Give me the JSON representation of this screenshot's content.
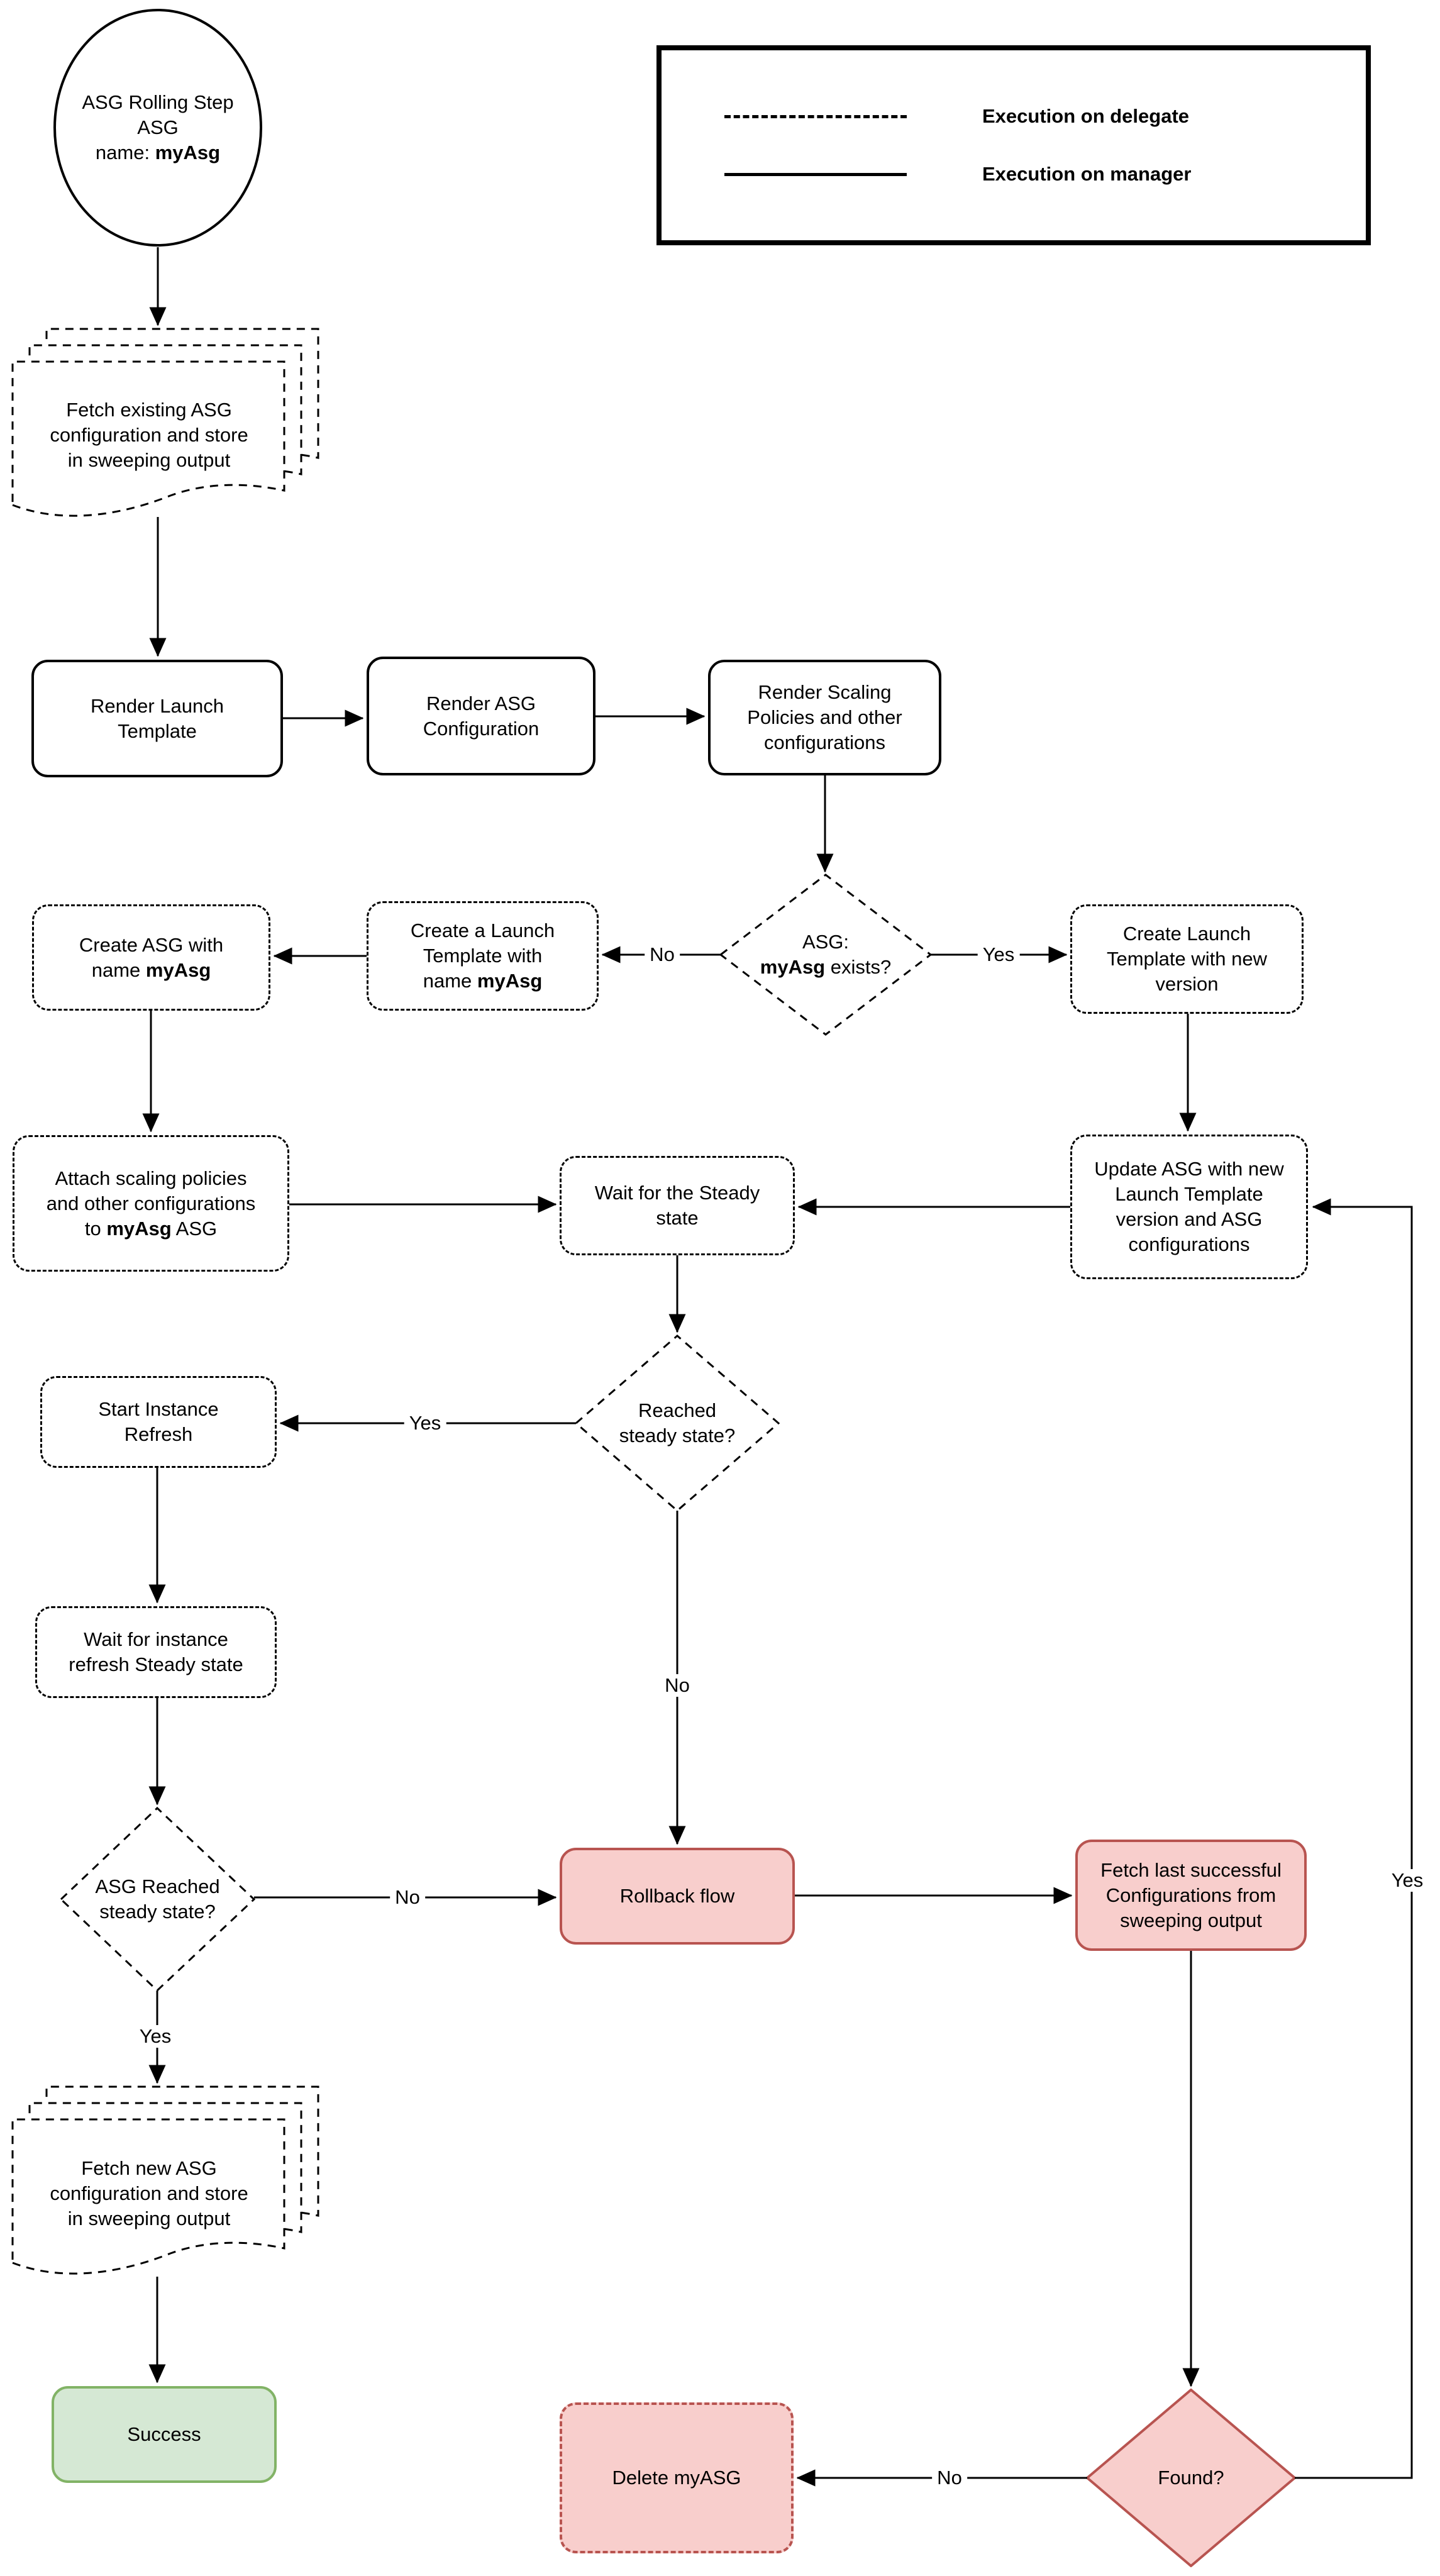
{
  "legend": {
    "delegate_label": "Execution on delegate",
    "manager_label": "Execution on manager"
  },
  "nodes": {
    "start": {
      "l1": "ASG Rolling Step",
      "l2": "ASG",
      "l3a": "name: ",
      "l3b": "myAsg"
    },
    "fetch_existing": {
      "l1": "Fetch existing ASG",
      "l2": "configuration and store",
      "l3": "in sweeping output"
    },
    "render_launch": {
      "l1": "Render Launch",
      "l2": "Template"
    },
    "render_asg": {
      "l1": "Render ASG",
      "l2": "Configuration"
    },
    "render_scaling": {
      "l1": "Render Scaling",
      "l2": "Policies and other",
      "l3": "configurations"
    },
    "asg_exists": {
      "l1": "ASG:",
      "l2b": "myAsg",
      "l2a": " exists?"
    },
    "create_launch_myasg": {
      "l1": "Create a Launch",
      "l2": "Template with",
      "l3a": "name ",
      "l3b": "myAsg"
    },
    "create_asg": {
      "l1": "Create ASG with",
      "l2a": "name ",
      "l2b": "myAsg"
    },
    "attach_scaling": {
      "l1": "Attach scaling policies",
      "l2": "and other configurations",
      "l3a": "to ",
      "l3b": "myAsg",
      "l3c": " ASG"
    },
    "wait_steady": {
      "l1": "Wait for the Steady",
      "l2": "state"
    },
    "update_asg": {
      "l1": "Update ASG with new",
      "l2": "Launch Template",
      "l3": "version and ASG",
      "l4": "configurations"
    },
    "create_launch_new": {
      "l1": "Create Launch",
      "l2": "Template with new",
      "l3": "version"
    },
    "reached_steady": {
      "l1": "Reached",
      "l2": "steady state?"
    },
    "start_instance": {
      "l1": "Start Instance",
      "l2": "Refresh"
    },
    "wait_instance_refresh": {
      "l1": "Wait for instance",
      "l2": "refresh Steady state"
    },
    "asg_reached": {
      "l1": "ASG Reached",
      "l2": "steady state?"
    },
    "rollback": {
      "l1": "Rollback flow"
    },
    "fetch_last": {
      "l1": "Fetch last successful",
      "l2": "Configurations from",
      "l3": "sweeping output"
    },
    "fetch_new": {
      "l1": "Fetch new ASG",
      "l2": "configuration and store",
      "l3": "in sweeping output"
    },
    "success": {
      "l1": "Success"
    },
    "delete_myasg": {
      "l1": "Delete myASG"
    },
    "found": {
      "l1": "Found?"
    }
  },
  "edge_labels": {
    "asg_exists_no": "No",
    "asg_exists_yes": "Yes",
    "reached_steady_yes": "Yes",
    "reached_steady_no": "No",
    "asg_reached_no": "No",
    "asg_reached_yes": "Yes",
    "found_no": "No",
    "found_yes": "Yes"
  },
  "colors": {
    "stroke_default": "#000000",
    "fail_fill": "#F8CECC",
    "fail_stroke": "#B85450",
    "success_fill": "#D5E8D4",
    "success_stroke": "#82B366"
  }
}
